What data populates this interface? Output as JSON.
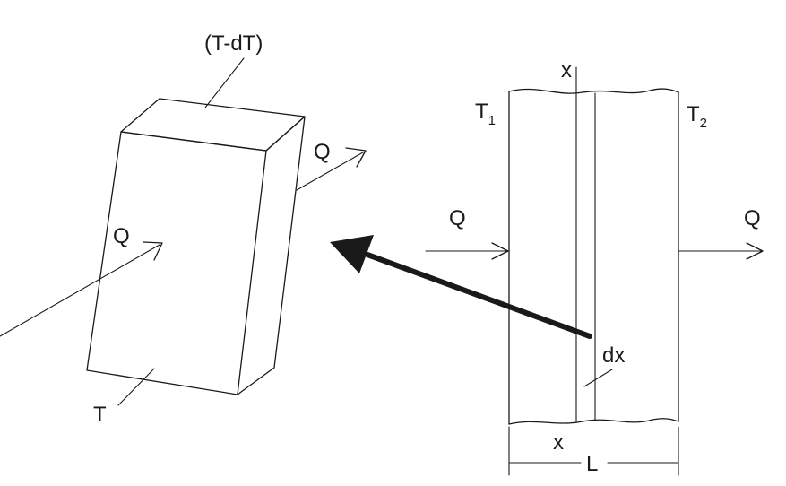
{
  "block": {
    "top_face_label": "(T-dT)",
    "front_face_label": "T",
    "heat_in_label": "Q",
    "heat_out_label": "Q"
  },
  "wall": {
    "left_temp": {
      "symbol": "T",
      "subscript": "1"
    },
    "right_temp": {
      "symbol": "T",
      "subscript": "2"
    },
    "heat_in_label": "Q",
    "heat_out_label": "Q",
    "position_top_label": "x",
    "position_bottom_label": "x",
    "slice_label": "dx",
    "thickness_label": "L"
  },
  "colors": {
    "ink": "#1a1a1a",
    "background": "#ffffff"
  }
}
